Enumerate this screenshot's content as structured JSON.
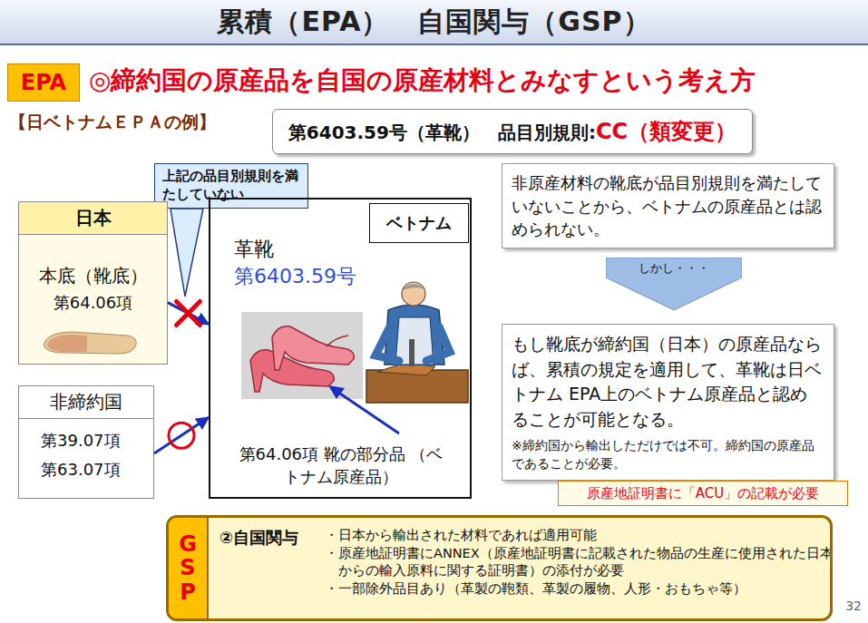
{
  "diagram": {
    "title": "累積（EPA）　自国関与（GSP）",
    "nodes": [
      {
        "text": [
          "EPA"
        ]
      },
      {
        "text": [
          "第6403.59号（革靴）　品目別規則:",
          "CC（類変更）"
        ]
      },
      {
        "text": [
          "上記の品目別規則を満たしていない"
        ]
      },
      {
        "text": [
          "日本",
          "本底（靴底）",
          "第64.06項"
        ]
      },
      {
        "text": [
          "革靴",
          "第6403.59号",
          "第64.06項 靴の部分品 （ベトナム原産品）"
        ]
      },
      {
        "text": [
          "ベトナム"
        ],
        "in": 4
      },
      {
        "text": [
          "非締約国",
          "第39.07項",
          "第63.07項"
        ]
      },
      {
        "text": [
          "非原産材料の靴底が品目別規則を満たしていないことから、ベトナムの原産品とは認められない。"
        ]
      },
      {
        "text": [
          "しかし・・・"
        ]
      },
      {
        "text": [
          "もし靴底が締約国（日本）の原産品ならば、累積の規定を適用して、革靴は日ベトナム EPA上のベトナム原産品と認めることが可能となる。",
          "※締約国から輸出しただけでは不可。締約国の原産品であることが必要。"
        ]
      },
      {
        "text": [
          "原産地証明書に「ACU」の記載が必要"
        ]
      },
      {
        "text": [
          "②自国関与",
          "・日本から輸出された材料であれば適用可能",
          "・原産地証明書にANNEX（原産地証明書に記載された物品の生産に使用された日本からの輸入原料に関する証明書）の添付が必要",
          "・一部除外品目あり（革製の鞄類、革製の履物、人形・おもちゃ等）"
        ]
      },
      {
        "text": [
          "GSP"
        ],
        "in": 11
      }
    ],
    "edges": [
      {
        "from": 3,
        "to": 4,
        "arrow": "to"
      },
      {
        "from": 6,
        "to": 4,
        "arrow": "to"
      }
    ],
    "labels": [
      "◎締約国の原産品を自国の原産材料とみなすという考え方",
      "【日ベトナムＥＰＡの例】",
      "32"
    ]
  }
}
